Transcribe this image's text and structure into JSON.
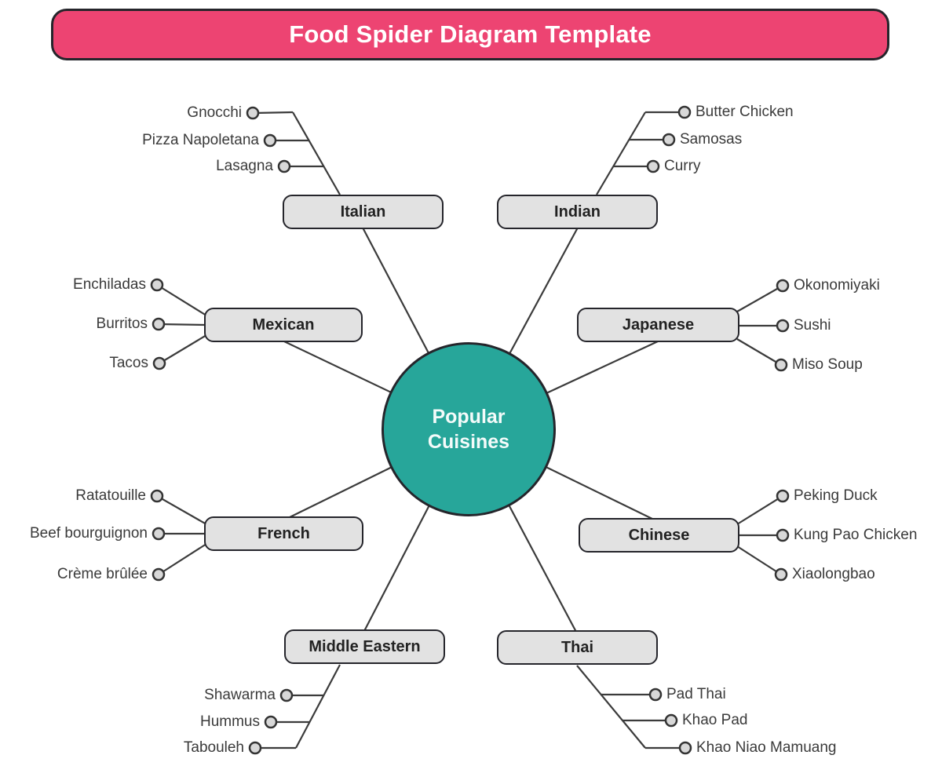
{
  "title": "Food Spider Diagram Template",
  "center": {
    "label": "Popular Cuisines"
  },
  "colors": {
    "banner_pink": "#ED4472",
    "center_teal": "#27A69A",
    "node_gray": "#E2E2E2",
    "line_dark": "#3b3b3b"
  },
  "branches": [
    {
      "label": "Italian",
      "items": [
        "Gnocchi",
        "Pizza Napoletana",
        "Lasagna"
      ]
    },
    {
      "label": "Indian",
      "items": [
        "Butter Chicken",
        "Samosas",
        "Curry"
      ]
    },
    {
      "label": "Mexican",
      "items": [
        "Enchiladas",
        "Burritos",
        "Tacos"
      ]
    },
    {
      "label": "Japanese",
      "items": [
        "Okonomiyaki",
        "Sushi",
        "Miso Soup"
      ]
    },
    {
      "label": "French",
      "items": [
        "Ratatouille",
        "Beef bourguignon",
        "Crème brûlée"
      ]
    },
    {
      "label": "Chinese",
      "items": [
        "Peking Duck",
        "Kung Pao Chicken",
        "Xiaolongbao"
      ]
    },
    {
      "label": "Middle Eastern",
      "items": [
        "Shawarma",
        "Hummus",
        "Tabouleh"
      ]
    },
    {
      "label": "Thai",
      "items": [
        "Pad Thai",
        "Khao Pad",
        "Khao Niao Mamuang"
      ]
    }
  ]
}
